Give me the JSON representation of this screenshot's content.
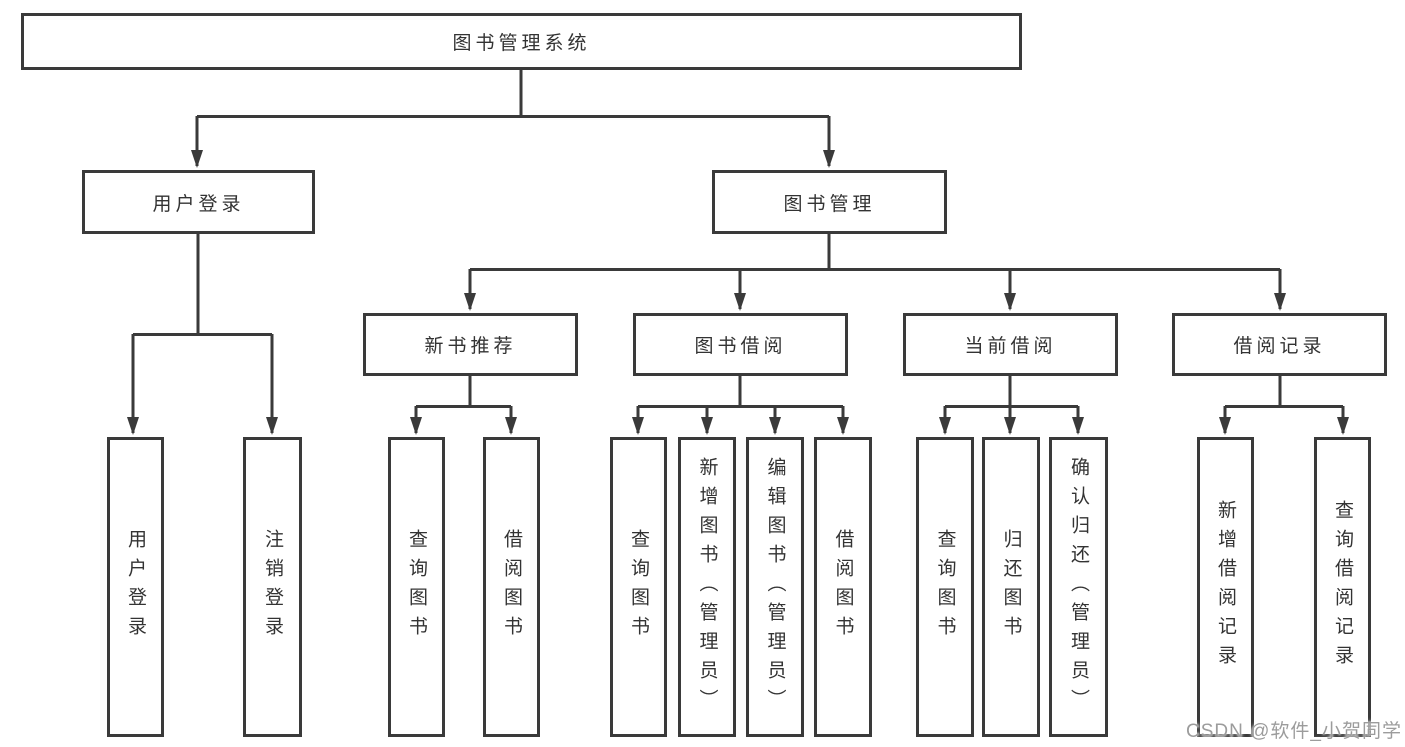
{
  "tree": {
    "root": {
      "label": "图书管理系统",
      "children": [
        {
          "label": "用户登录",
          "children": [
            {
              "label": "用户登录"
            },
            {
              "label": "注销登录"
            }
          ]
        },
        {
          "label": "图书管理",
          "children": [
            {
              "label": "新书推荐",
              "children": [
                {
                  "label": "查询图书"
                },
                {
                  "label": "借阅图书"
                }
              ]
            },
            {
              "label": "图书借阅",
              "children": [
                {
                  "label": "查询图书"
                },
                {
                  "label": "新增图书（管理员）"
                },
                {
                  "label": "编辑图书（管理员）"
                },
                {
                  "label": "借阅图书"
                }
              ]
            },
            {
              "label": "当前借阅",
              "children": [
                {
                  "label": "查询图书"
                },
                {
                  "label": "归还图书"
                },
                {
                  "label": "确认归还（管理员）"
                }
              ]
            },
            {
              "label": "借阅记录",
              "children": [
                {
                  "label": "新增借阅记录"
                },
                {
                  "label": "查询借阅记录"
                }
              ]
            }
          ]
        }
      ]
    }
  },
  "watermark": {
    "text": "CSDN @软件_小贺同学"
  },
  "colors": {
    "line": "#3a3a3a",
    "box_border": "#3a3a3a",
    "text": "#333333",
    "watermark": "#9c9c9c",
    "background": "#ffffff"
  }
}
